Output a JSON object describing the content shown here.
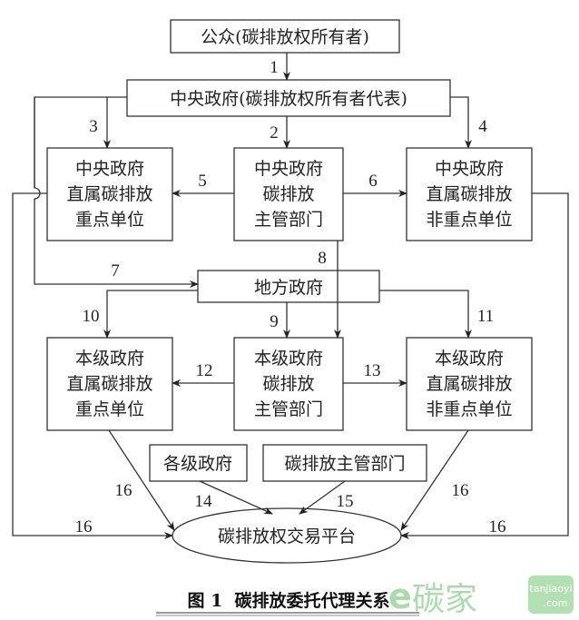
{
  "nodes": {
    "public": "公众(碳排放权所有者)",
    "central_gov": "中央政府(碳排放权所有者代表)",
    "central_key": [
      "中央政府",
      "直属碳排放",
      "重点单位"
    ],
    "central_dept": [
      "中央政府",
      "碳排放",
      "主管部门"
    ],
    "central_nonkey": [
      "中央政府",
      "直属碳排放",
      "非重点单位"
    ],
    "local_gov": "地方政府",
    "local_key": [
      "本级政府",
      "直属碳排放",
      "重点单位"
    ],
    "local_dept": [
      "本级政府",
      "碳排放",
      "主管部门"
    ],
    "local_nonkey": [
      "本级政府",
      "直属碳排放",
      "非重点单位"
    ],
    "all_gov": "各级政府",
    "dept_all": "碳排放主管部门",
    "platform": "碳排放权交易平台"
  },
  "edges": {
    "e1": "1",
    "e2": "2",
    "e3": "3",
    "e4": "4",
    "e5": "5",
    "e6": "6",
    "e7": "7",
    "e8": "8",
    "e9": "9",
    "e10": "10",
    "e11": "11",
    "e12": "12",
    "e13": "13",
    "e14": "14",
    "e15": "15",
    "e16": "16"
  },
  "caption": "图 1  碳排放委托代理关系",
  "watermark": {
    "brand": "碳家",
    "site": "tanjiaoyi",
    "tld": ".com"
  }
}
